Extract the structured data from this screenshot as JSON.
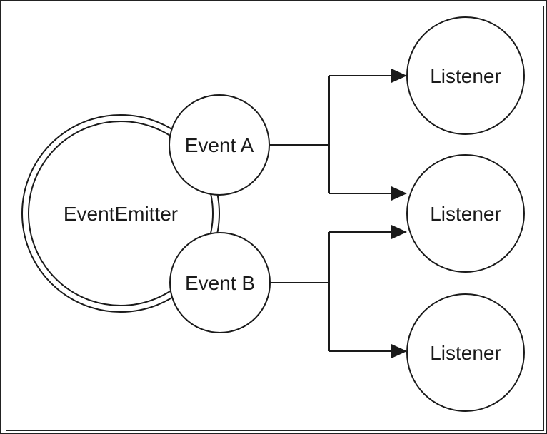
{
  "diagram": {
    "emitter": {
      "label": "EventEmitter"
    },
    "events": [
      {
        "id": "event-a",
        "label": "Event A"
      },
      {
        "id": "event-b",
        "label": "Event B"
      }
    ],
    "listeners": [
      {
        "id": "listener-1",
        "label": "Listener"
      },
      {
        "id": "listener-2",
        "label": "Listener"
      },
      {
        "id": "listener-3",
        "label": "Listener"
      }
    ],
    "edges": [
      {
        "from": "event-a",
        "to": "listener-1"
      },
      {
        "from": "event-a",
        "to": "listener-2"
      },
      {
        "from": "event-b",
        "to": "listener-2"
      },
      {
        "from": "event-b",
        "to": "listener-3"
      }
    ],
    "colors": {
      "stroke": "#1a1a1a",
      "background": "#ffffff"
    }
  }
}
